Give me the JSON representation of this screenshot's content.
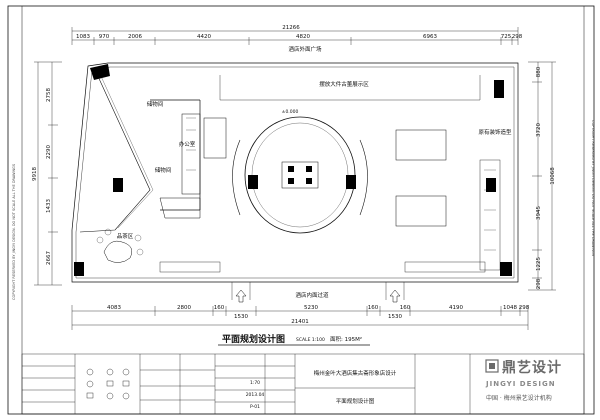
{
  "dimensions": {
    "top_total": "21266",
    "top_segments": [
      "1083",
      "970",
      "2006",
      "4420",
      "4820",
      "6963",
      "725",
      "298"
    ],
    "bottom_segments": [
      "4083",
      "2800",
      "160",
      "1530",
      "5230",
      "160",
      "1530",
      "160",
      "4190",
      "1048",
      "298"
    ],
    "bottom_total": "21401",
    "left_outer": "9918",
    "left_inner": [
      "2758",
      "2290",
      "1433",
      "2667"
    ],
    "right_outer": "10068",
    "right_inner": [
      "880",
      "3720",
      "3945",
      "1225",
      "298"
    ]
  },
  "labels": {
    "outer_square": "酒店外面广场",
    "exhibition_area": "摆放大件古董展示区",
    "storage_1": "储物间",
    "storage_2": "储物间",
    "office": "办公室",
    "tea_room": "品茶区",
    "custom_display": "原有装饰造型",
    "hotel_corridor": "酒店内面过道",
    "level_mark": "±0.000"
  },
  "title": {
    "main": "平面规划设计图",
    "scale": "SCALE 1:100",
    "area": "面积: 195M²"
  },
  "title_block": {
    "project_name": "梅州金叶大酒店集古斋形象店设计",
    "drawing_name": "平面规划设计图",
    "scale_value": "1:70",
    "date_value": "2013.04",
    "sheet_value": "P-01",
    "company_cn": "鼎艺设计",
    "company_en": "JINGYI DESIGN",
    "company_sub": "中国 · 梅州景艺设计机构"
  },
  "side_note": "COPYRIGHT RESERVED BY JINGYI DESIGN. DO NOT SCALE ALL THE DRAWINGS",
  "colors": {
    "line": "#111111",
    "fill_black": "#000000",
    "watermark": "#6a6a6a"
  }
}
